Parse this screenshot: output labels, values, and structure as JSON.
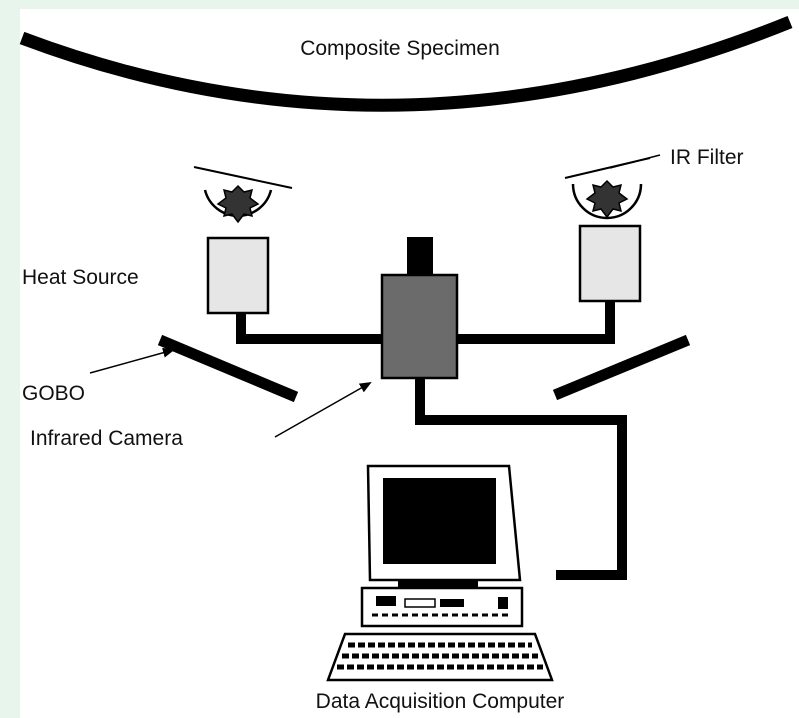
{
  "labels": {
    "specimen": "Composite Specimen",
    "ir_filter": "IR Filter",
    "heat_source": "Heat Source",
    "gobo": "GOBO",
    "camera": "Infrared Camera",
    "computer": "Data Acquisition Computer"
  },
  "colors": {
    "background_tint": "#e8f5ec",
    "ink": "#000000",
    "camera_body": "#6b6b6b",
    "heat_source_body": "#e6e6e6"
  }
}
